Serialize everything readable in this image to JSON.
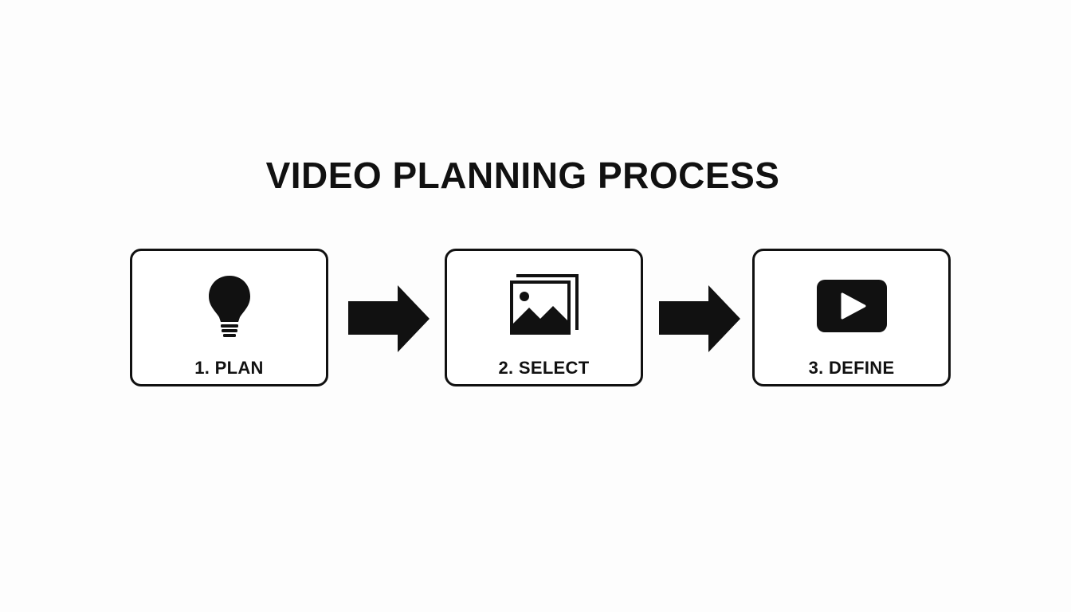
{
  "title": "VIDEO PLANNING PROCESS",
  "steps": [
    {
      "label": "1. PLAN",
      "icon": "lightbulb-icon"
    },
    {
      "label": "2. SELECT",
      "icon": "image-gallery-icon"
    },
    {
      "label": "3. DEFINE",
      "icon": "video-play-icon"
    }
  ],
  "connectors": [
    "arrow-right-icon",
    "arrow-right-icon"
  ],
  "colors": {
    "background": "#fdfdfd",
    "foreground": "#111111",
    "box_fill": "#ffffff"
  }
}
